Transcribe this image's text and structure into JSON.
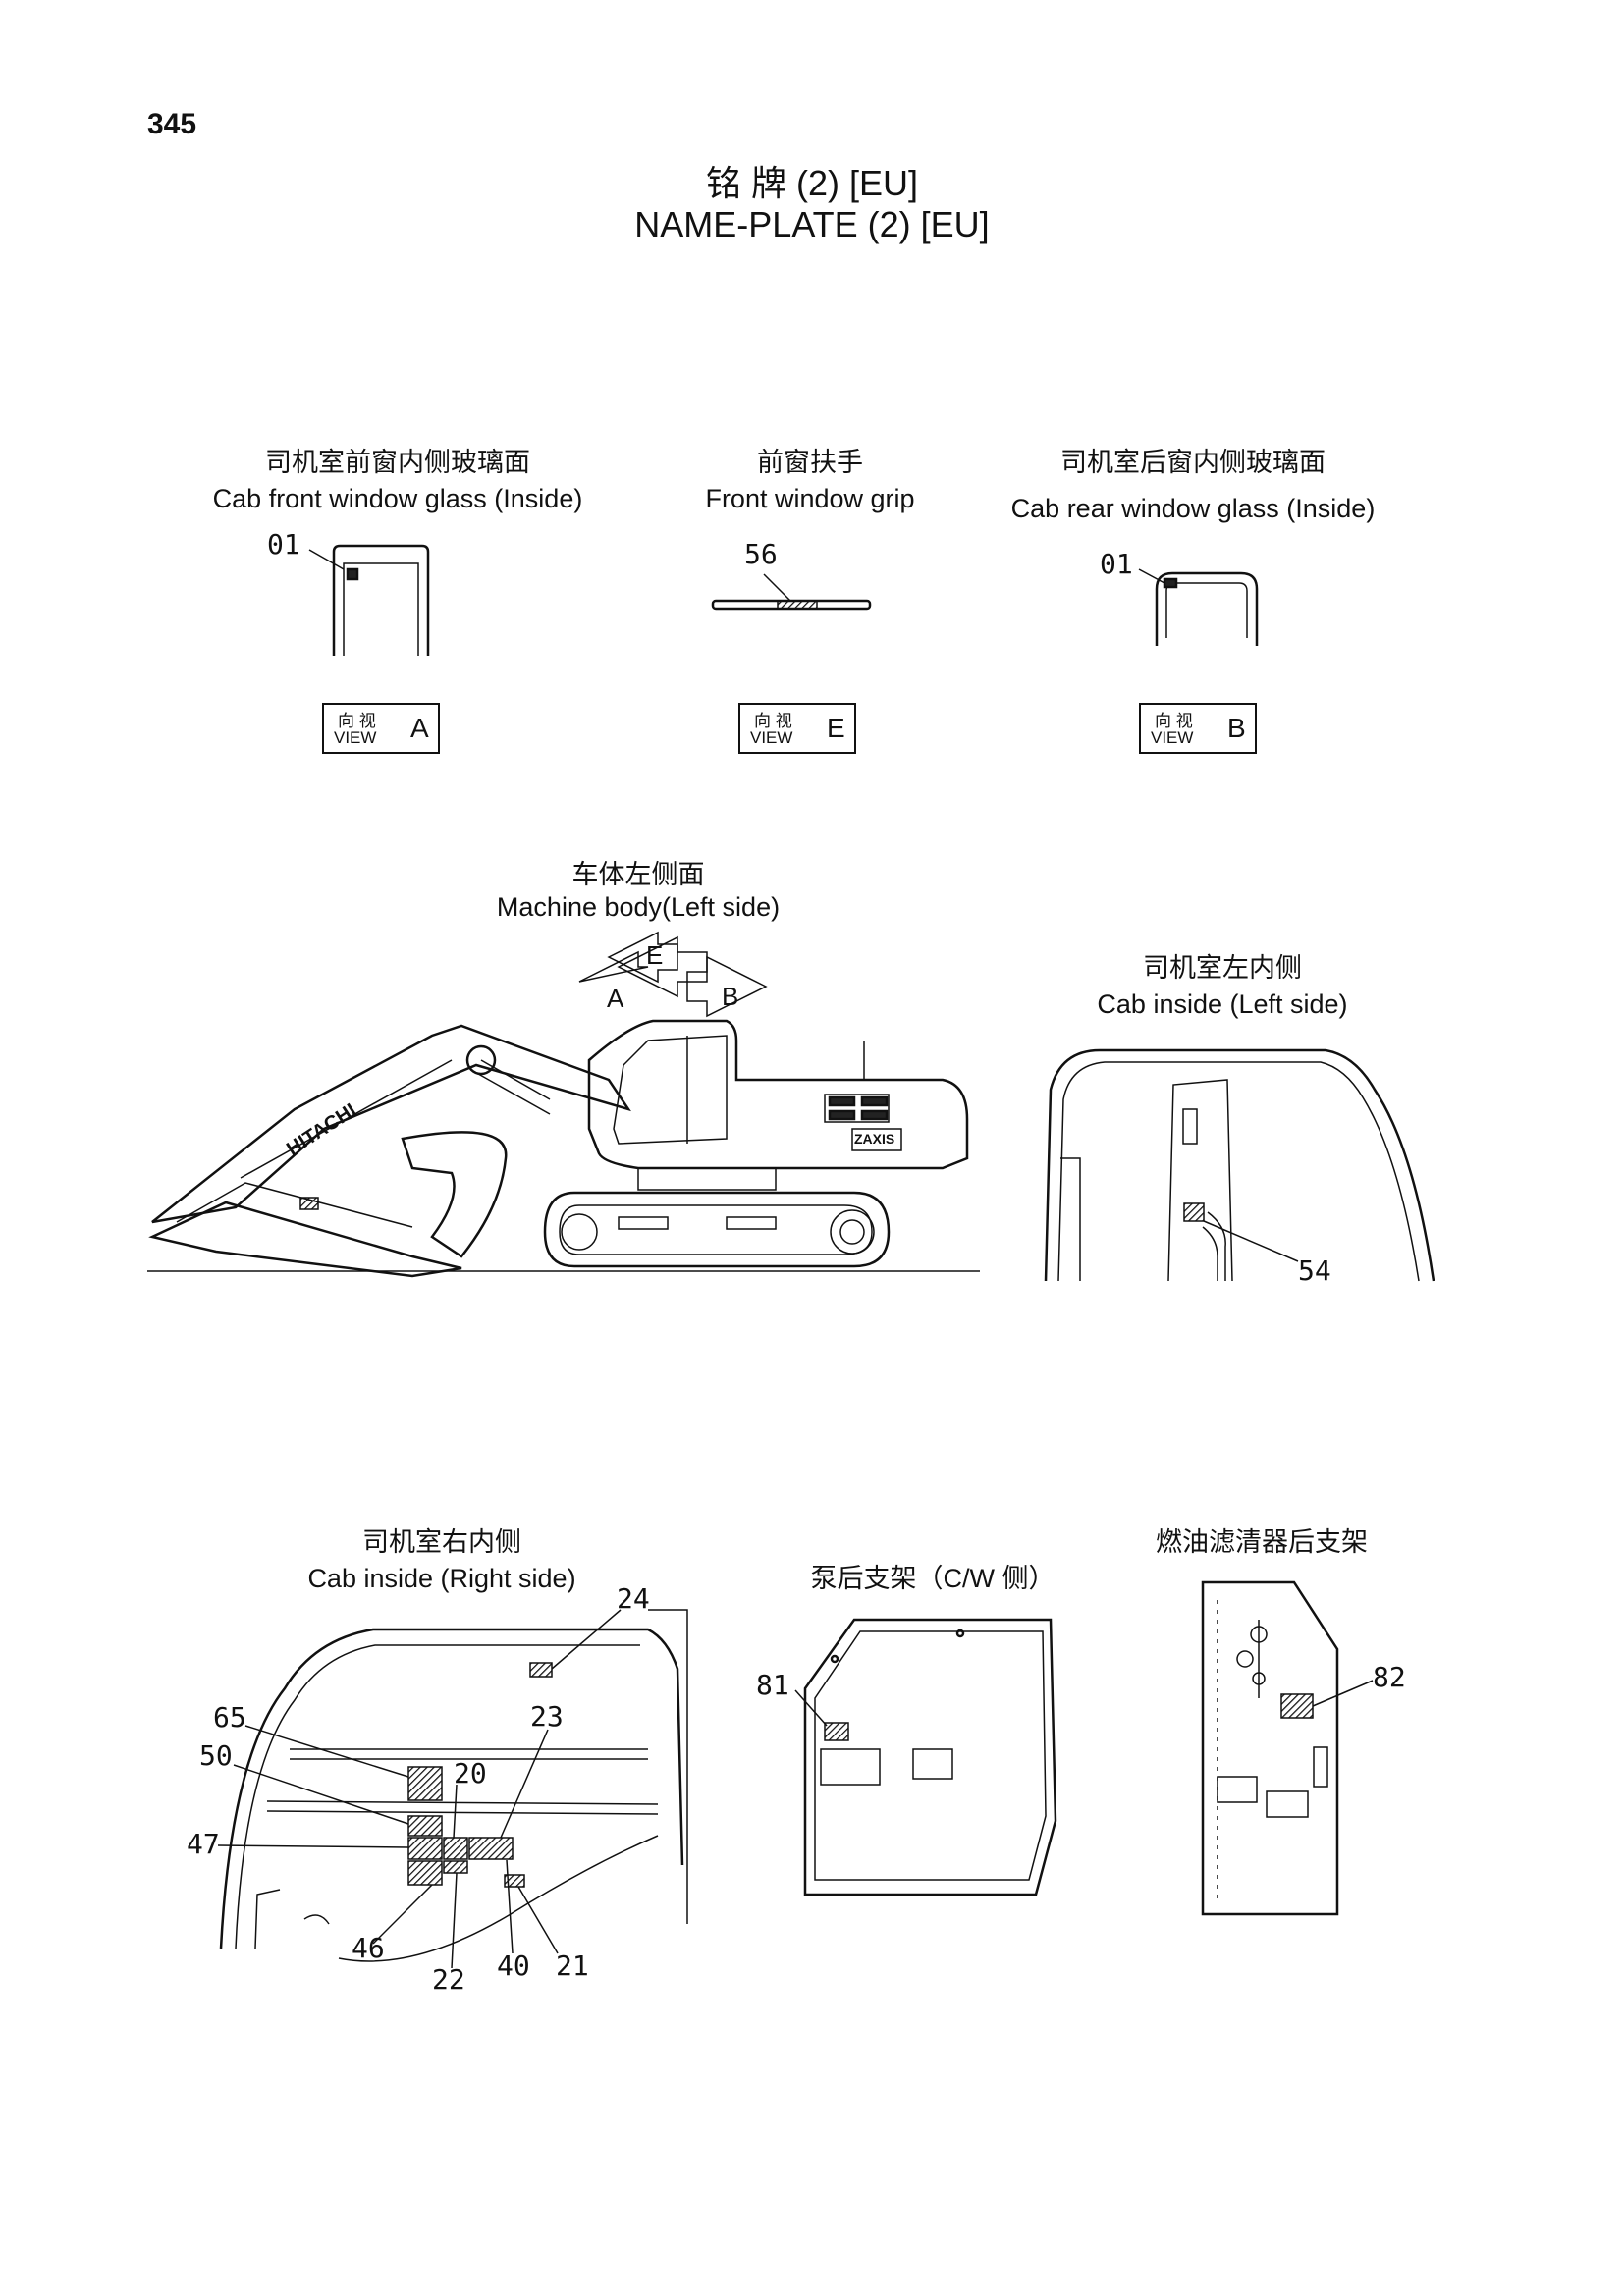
{
  "page_number": "345",
  "title_cn": "铭 牌 (2) [EU]",
  "title_en": "NAME-PLATE (2) [EU]",
  "views": {
    "front_glass": {
      "label_cn": "司机室前窗内侧玻璃面",
      "label_en": "Cab front window glass (Inside)",
      "callouts": [
        "01"
      ],
      "view_cn": "向 视",
      "view_en": "VIEW",
      "view_letter": "A"
    },
    "front_grip": {
      "label_cn": "前窗扶手",
      "label_en": "Front window grip",
      "callouts": [
        "56"
      ],
      "view_cn": "向 视",
      "view_en": "VIEW",
      "view_letter": "E"
    },
    "rear_glass": {
      "label_cn": "司机室后窗内侧玻璃面",
      "label_en": "Cab rear window glass (Inside)",
      "callouts": [
        "01"
      ],
      "view_cn": "向 视",
      "view_en": "VIEW",
      "view_letter": "B"
    },
    "machine_body": {
      "label_cn": "车体左侧面",
      "label_en": "Machine body(Left side)",
      "arrows": [
        "E",
        "A",
        "B"
      ],
      "brand": "HITACHI",
      "model": "ZAXIS"
    },
    "cab_left": {
      "label_cn": "司机室左内侧",
      "label_en": "Cab inside (Left side)",
      "callouts": [
        "54"
      ]
    },
    "cab_right": {
      "label_cn": "司机室右内侧",
      "label_en": "Cab inside (Right side)",
      "callouts": [
        "24",
        "23",
        "65",
        "20",
        "50",
        "47",
        "46",
        "22",
        "40",
        "21"
      ]
    },
    "pump_bracket": {
      "label_cn": "泵后支架（C/W 侧）",
      "callouts": [
        "81"
      ]
    },
    "filter_bracket": {
      "label_cn": "燃油滤清器后支架",
      "callouts": [
        "82"
      ]
    }
  }
}
